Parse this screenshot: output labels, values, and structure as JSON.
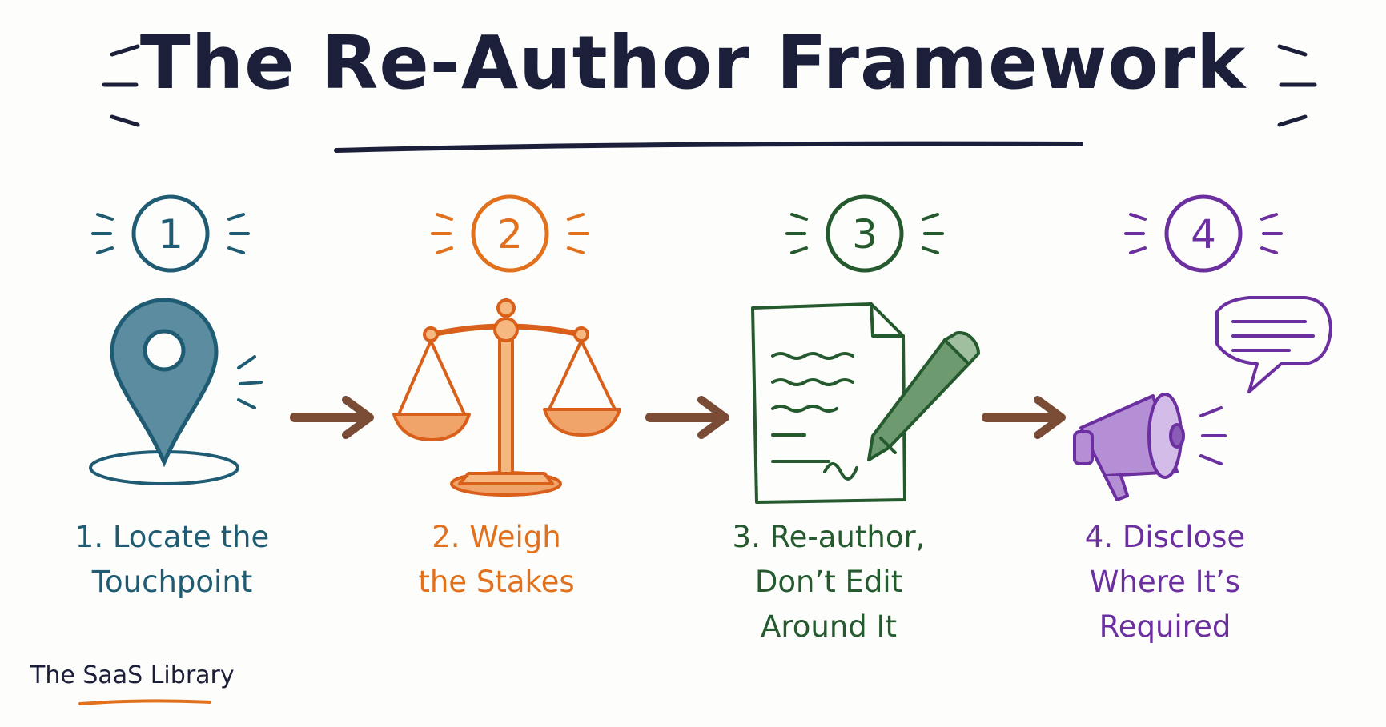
{
  "title": "The Re-Author Framework",
  "brand": "The SaaS Library",
  "colors": {
    "ink": "#1b1f3a",
    "step1": "#1f5c73",
    "step2": "#e2711d",
    "step3": "#245a2e",
    "step4": "#6b2fa0",
    "arrow": "#7a4b35",
    "brand_underline": "#e2711d"
  },
  "steps": [
    {
      "number": "1",
      "lines": [
        "1. Locate the",
        "Touchpoint"
      ],
      "icon": "location-pin-icon"
    },
    {
      "number": "2",
      "lines": [
        "2. Weigh",
        "the Stakes"
      ],
      "icon": "balance-scale-icon"
    },
    {
      "number": "3",
      "lines": [
        "3. Re-author,",
        "Don’t Edit",
        "Around It"
      ],
      "icon": "document-pencil-icon"
    },
    {
      "number": "4",
      "lines": [
        "4. Disclose",
        "Where It’s",
        "Required"
      ],
      "icon": "megaphone-speech-icon"
    }
  ]
}
